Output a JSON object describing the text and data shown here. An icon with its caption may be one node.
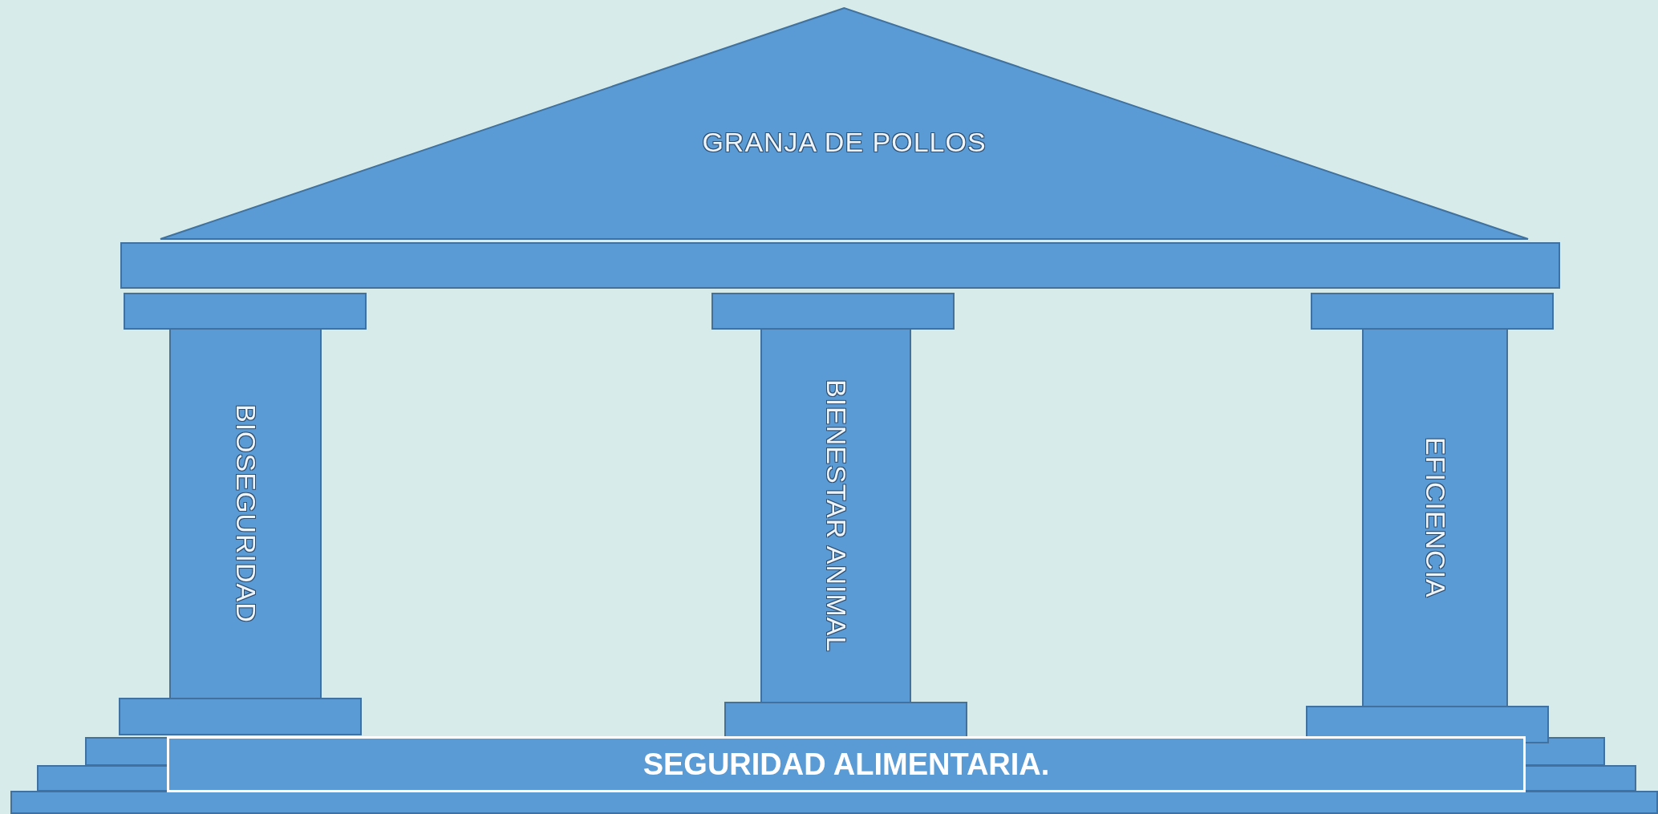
{
  "diagram": {
    "nodes": [
      {
        "text": [
          "GRANJA DE POLLOS"
        ]
      },
      {
        "text": [
          "BIOSEGURIDAD"
        ]
      },
      {
        "text": [
          "BIENESTAR ANIMAL"
        ]
      },
      {
        "text": [
          "EFICIENCIA"
        ]
      },
      {
        "text": [
          "SEGURIDAD ALIMENTARIA."
        ]
      }
    ],
    "edges": []
  }
}
